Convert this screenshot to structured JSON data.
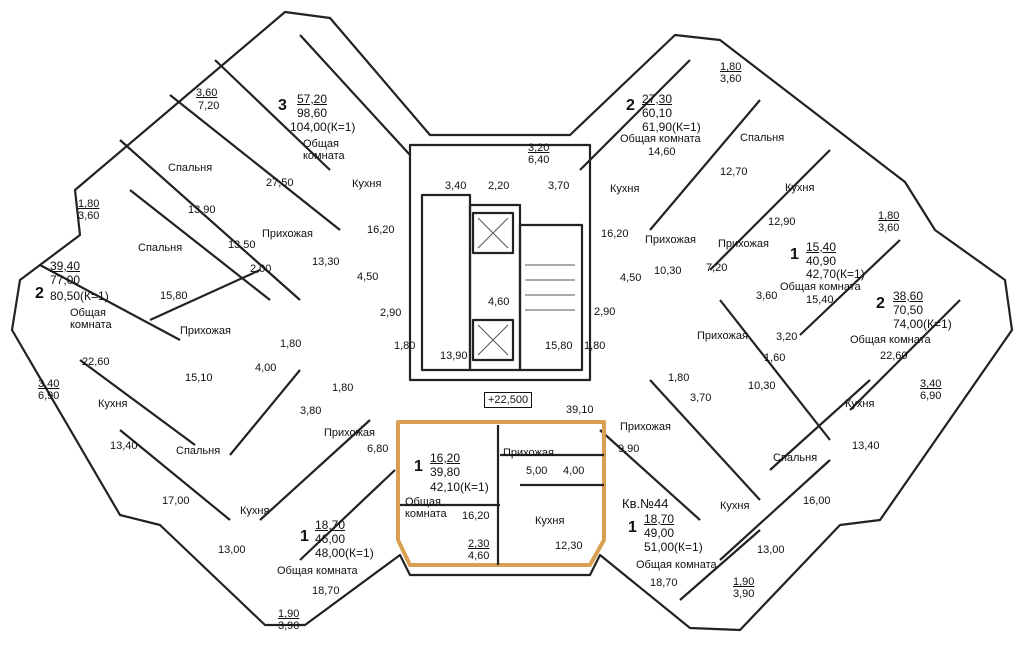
{
  "level": "+22,500",
  "total_area": "39,10",
  "apartments": {
    "a3_tl": {
      "rooms": "3",
      "area_living": "57,20",
      "area_total": "98,60",
      "area_k": "104,00(К=1)",
      "room_general": "Общая комната",
      "room_bed": "Спальня",
      "room_kitchen": "Кухня",
      "room_hall": "Прихожая",
      "v_balcony1": "3,60",
      "v_balcony2": "7,20",
      "v_general": "27,50",
      "v_bed": "13,90",
      "v_kitchen": "16,20",
      "v_hall": "13,30",
      "v_bath1": "4,50",
      "v_bath2": "2,00",
      "v_hall2": "13,50"
    },
    "a2_l": {
      "rooms": "2",
      "area_living": "39,40",
      "area_total": "77,00",
      "area_k": "80,50(К=1)",
      "room_general": "Общая комната",
      "room_bed": "Спальня",
      "room_kitchen": "Кухня",
      "room_hall": "Прихожая",
      "v_balcony1": "1,80",
      "v_balcony2": "3,60",
      "v_bed": "15,80",
      "v_general": "22,60",
      "v_balcony3": "3,40",
      "v_balcony4": "6,90",
      "v_hall": "15,10",
      "v_kitchen": "13,40",
      "v_bath1": "4,00",
      "v_bath2": "1,80"
    },
    "a1_bl": {
      "rooms": "1",
      "area_living": "18,70",
      "area_total": "46,00",
      "area_k": "48,00(К=1)",
      "room_general": "Общая комната",
      "room_bed": "Спальня",
      "room_kitchen": "Кухня",
      "room_hall": "Прихожая",
      "v_bed": "17,00",
      "v_kitchen": "13,00",
      "v_hall": "6,80",
      "v_bath1": "3,80",
      "v_bath2": "1,80",
      "v_general": "18,70",
      "v_balcony1": "1,90",
      "v_balcony2": "3,90"
    },
    "a1_c": {
      "rooms": "1",
      "area_living": "16,20",
      "area_total": "39,80",
      "area_k": "42,10(К=1)",
      "room_general": "Общая комната",
      "room_kitchen": "Кухня",
      "room_hall": "Прихожая",
      "v_general": "16,20",
      "v_kitchen": "12,30",
      "v_hall": "5,00",
      "v_bath": "4,00",
      "v_balcony1": "2,30",
      "v_balcony2": "4,60"
    },
    "a1_br": {
      "title": "Кв.№44",
      "rooms": "1",
      "area_living": "18,70",
      "area_total": "49,00",
      "area_k": "51,00(К=1)",
      "room_general": "Общая комната",
      "room_bed": "Спальня",
      "room_kitchen": "Кухня",
      "room_hall": "Прихожая",
      "v_hall": "9,90",
      "v_bed": "16,00",
      "v_kitchen": "13,00",
      "v_general": "18,70",
      "v_bath1": "3,70",
      "v_bath2": "1,80",
      "v_balcony1": "1,90",
      "v_balcony2": "3,90"
    },
    "a2_r": {
      "rooms": "2",
      "area_living": "38,60",
      "area_total": "70,50",
      "area_k": "74,00(К=1)",
      "room_general": "Общая комната",
      "room_bed": "Спальня",
      "room_kitchen": "Кухня",
      "room_hall": "Прихожая",
      "v_general": "22,60",
      "v_balcony1": "1,80",
      "v_balcony2": "3,60",
      "v_balcony3": "3,40",
      "v_balcony4": "6,90",
      "v_kitchen": "13,40",
      "v_hall": "10,30",
      "v_bath1": "3,20",
      "v_bath2": "1,60"
    },
    "a1_r": {
      "rooms": "1",
      "area_living": "15,40",
      "area_total": "40,90",
      "area_k": "42,70(К=1)",
      "room_general": "Общая комната",
      "room_kitchen": "Кухня",
      "room_hall": "Прихожая",
      "v_general": "15,40",
      "v_kitchen": "12,90",
      "v_hall": "7,20",
      "v_bath1": "3,60"
    },
    "a2_tr": {
      "rooms": "2",
      "area_living": "27,30",
      "area_total": "60,10",
      "area_k": "61,90(К=1)",
      "room_general": "Общая комната",
      "room_bed": "Спальня",
      "room_kitchen": "Кухня",
      "room_hall": "Прихожая",
      "v_balcony1": "1,80",
      "v_balcony2": "3,60",
      "v_general": "14,60",
      "v_bed": "12,70",
      "v_kitchen": "16,20",
      "v_hall": "10,30",
      "v_bath1": "4,50",
      "v_bath2": "2,90"
    }
  },
  "core": {
    "v_lift_hall": "3,40",
    "v_shaft": "2,20",
    "v_stair": "3,70",
    "v_top1": "3,20",
    "v_top2": "6,40",
    "v_mid": "4,60",
    "v_corr_l": "13,90",
    "v_corr_r": "15,80",
    "v_side_l": "2,90",
    "v_side_l2": "1,80",
    "v_side_r": "2,90",
    "v_side_r2": "1,80"
  }
}
